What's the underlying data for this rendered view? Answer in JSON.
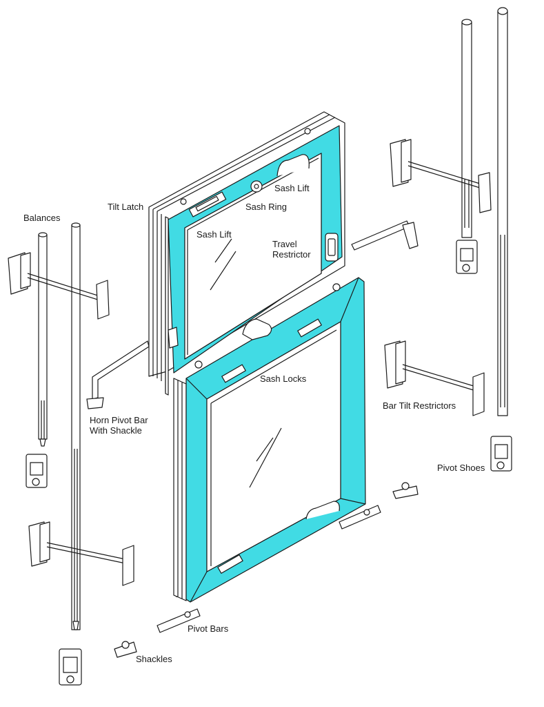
{
  "colors": {
    "frame_fill": "#41dbe4",
    "glass_fill": "#ffffff",
    "hardware_fill": "#ffffff",
    "line": "#1a1a1a"
  },
  "labels": {
    "balances": "Balances",
    "tilt_latch": "Tilt Latch",
    "sash_lift_top": "Sash Lift",
    "sash_ring": "Sash Ring",
    "sash_lift_left": "Sash Lift",
    "travel_restrictor": "Travel\nRestrictor",
    "sash_locks": "Sash Locks",
    "horn_pivot_bar": "Horn Pivot Bar\nWith Shackle",
    "bar_tilt_restrictors": "Bar Tilt Restrictors",
    "pivot_shoes": "Pivot Shoes",
    "pivot_bars": "Pivot Bars",
    "shackles": "Shackles"
  }
}
